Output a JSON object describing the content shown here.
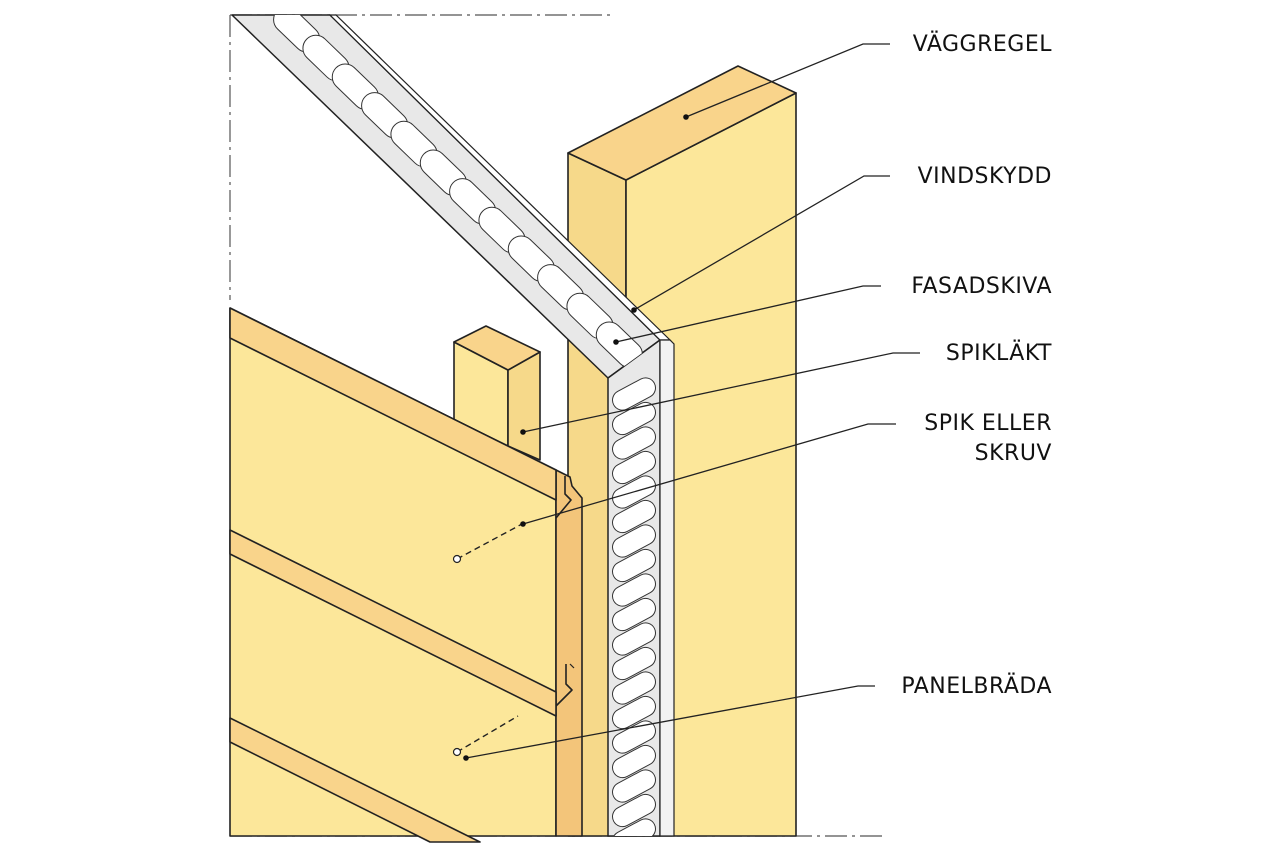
{
  "colors": {
    "wood": "#FCE79A",
    "wood_side": "#F6D98A",
    "wood_top": "#F9D48B",
    "wood_dark": "#F3C57A",
    "insulation_board": "#E8E8E8",
    "outline": "#222222"
  },
  "labels": {
    "vaggregel": "VÄGGREGEL",
    "vindskydd": "VINDSKYDD",
    "fasadskiva": "FASADSKIVA",
    "spiklakt": "SPIKLÄKT",
    "spik_line1": "SPIK ELLER",
    "spik_line2": "SKRUV",
    "panelbrada": "PANELBRÄDA"
  }
}
